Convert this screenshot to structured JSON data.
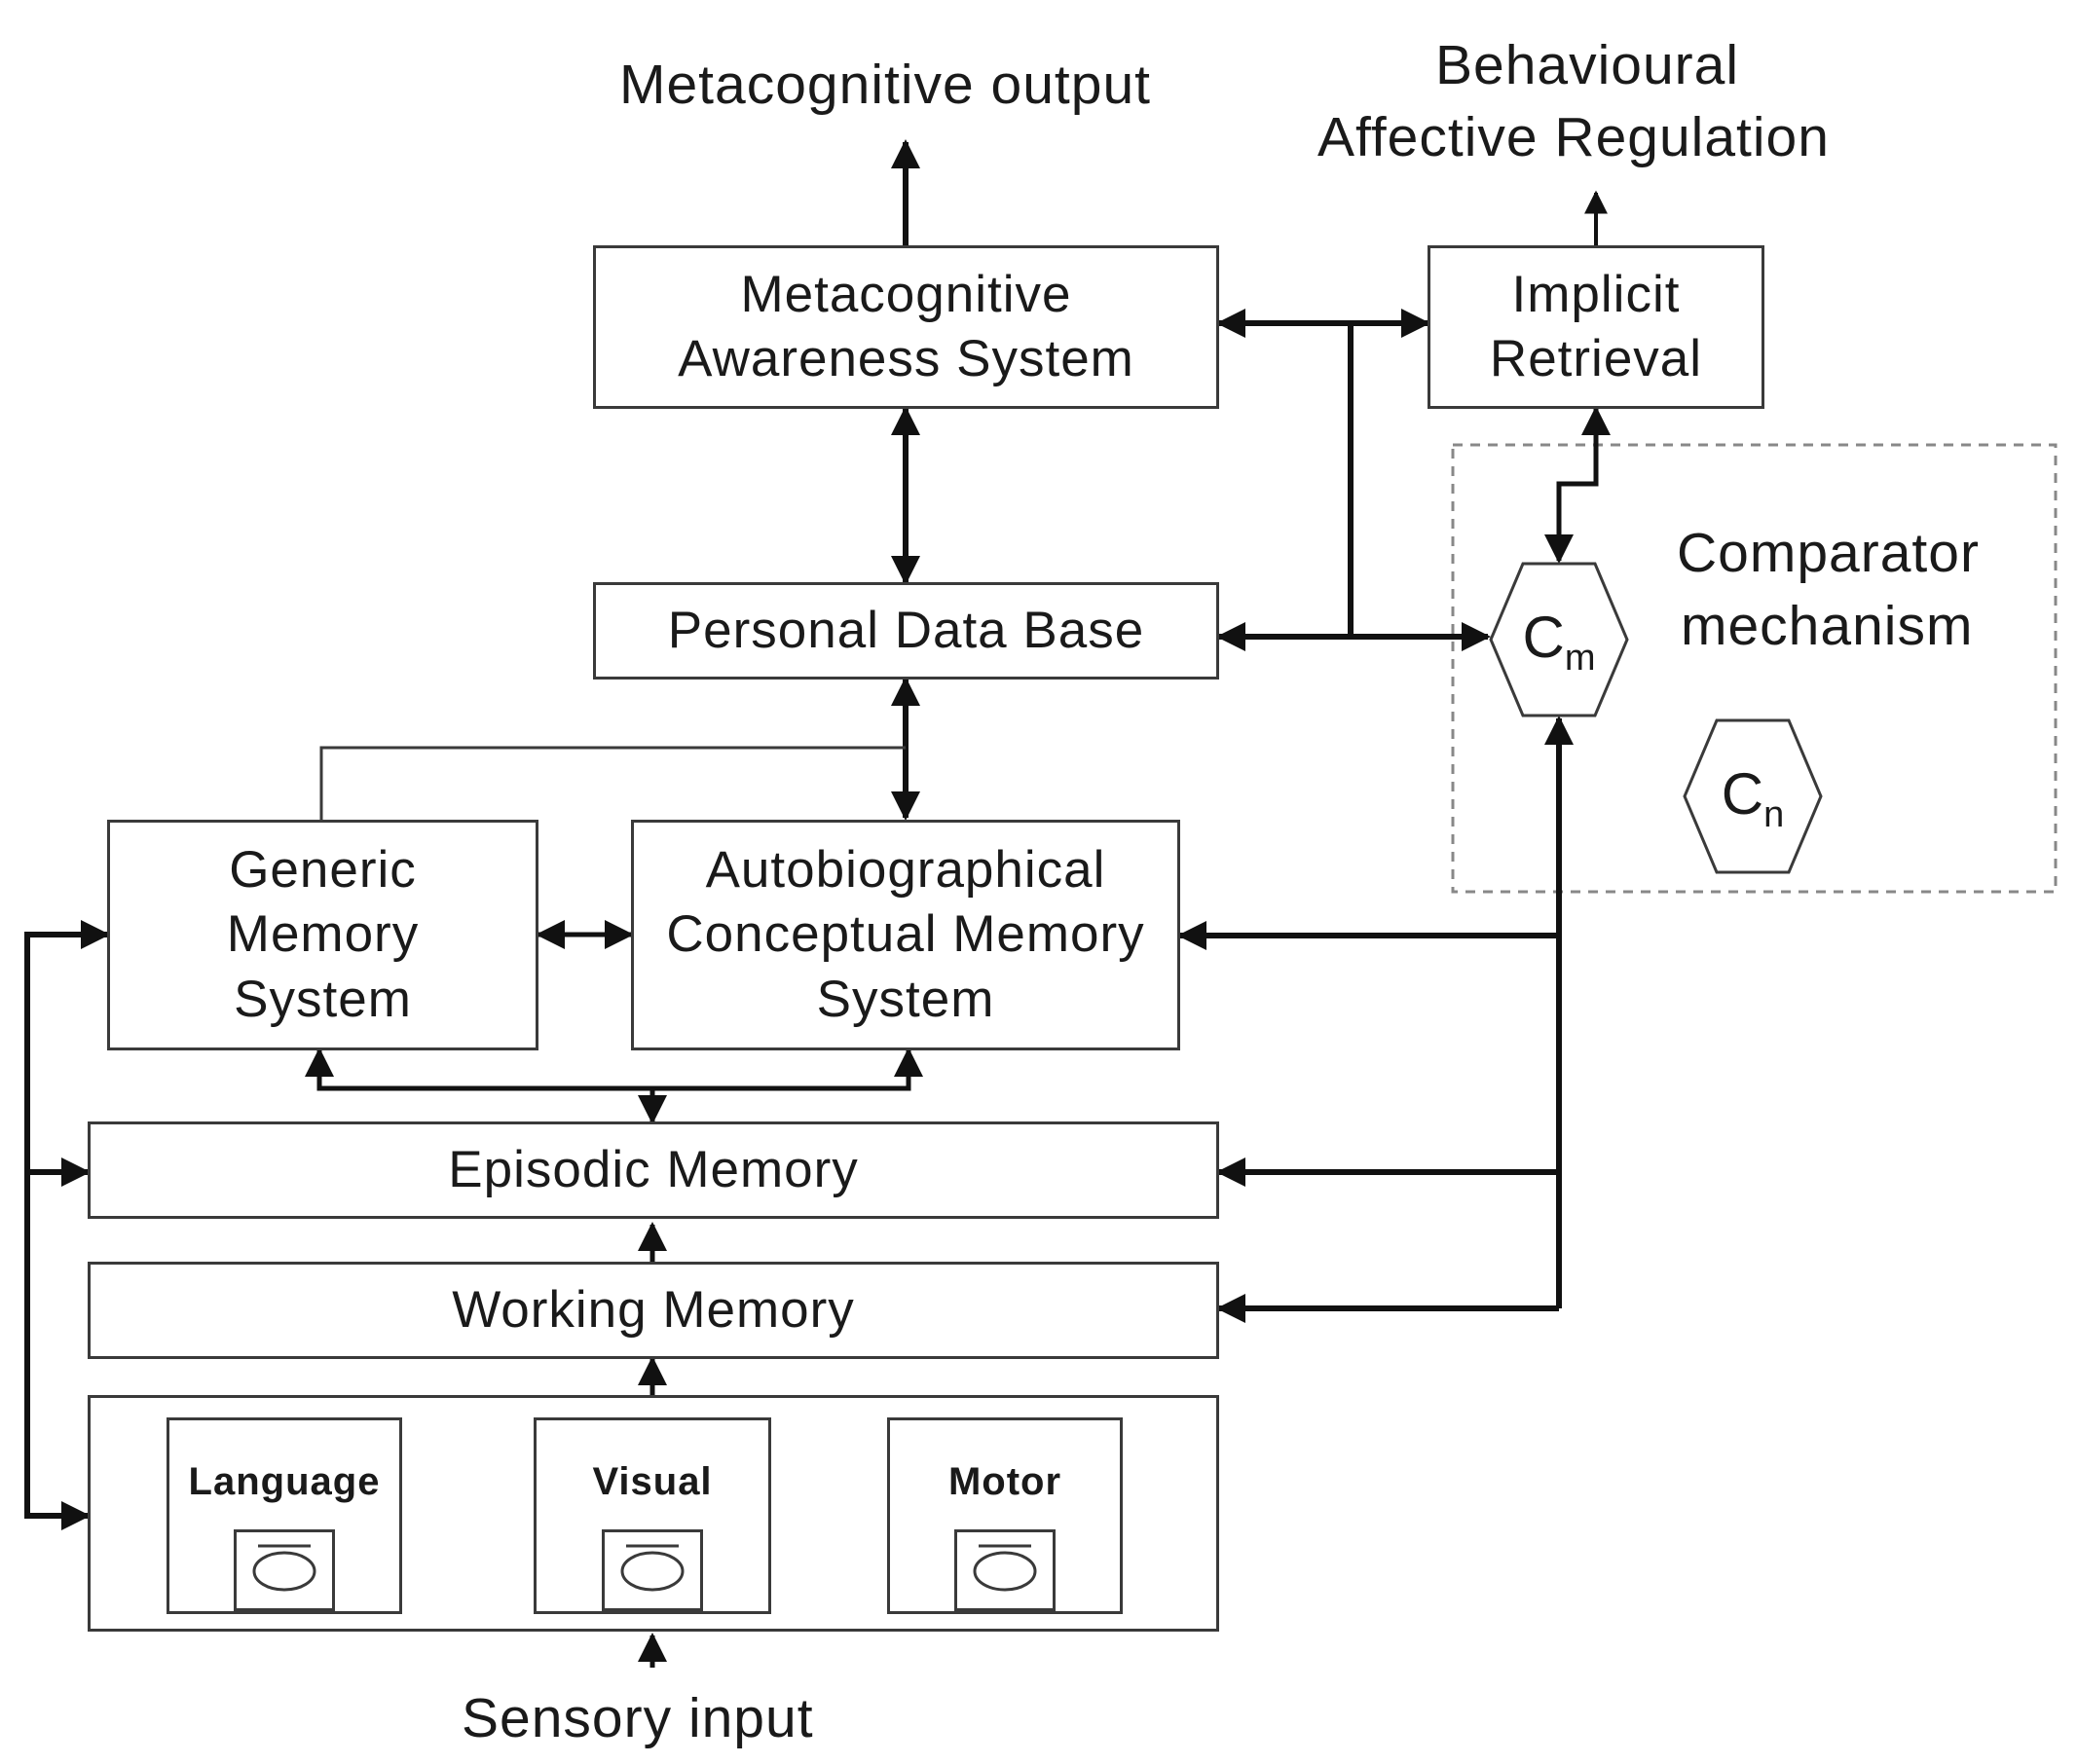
{
  "labels": {
    "metacognitive_output": "Metacognitive output",
    "behavioural_line1": "Behavioural",
    "behavioural_line2": "Affective Regulation",
    "comparator_line1": "Comparator",
    "comparator_line2": "mechanism",
    "sensory_input": "Sensory input"
  },
  "boxes": {
    "metacognitive_awareness": [
      "Metacognitive",
      "Awareness System"
    ],
    "implicit_retrieval": [
      "Implicit",
      "Retrieval"
    ],
    "personal_data_base": "Personal Data Base",
    "generic_memory": [
      "Generic",
      "Memory",
      "System"
    ],
    "autobiographical_memory": [
      "Autobiographical",
      "Conceptual Memory",
      "System"
    ],
    "episodic_memory": "Episodic Memory",
    "working_memory": "Working Memory"
  },
  "modalities": [
    {
      "label": "Language"
    },
    {
      "label": "Visual"
    },
    {
      "label": "Motor"
    }
  ],
  "comparators": {
    "cm": {
      "base": "C",
      "sub": "m"
    },
    "cn": {
      "base": "C",
      "sub": "n"
    }
  },
  "colors": {
    "line": "#111111",
    "border": "#3a3a3a",
    "dashed": "#888888"
  }
}
